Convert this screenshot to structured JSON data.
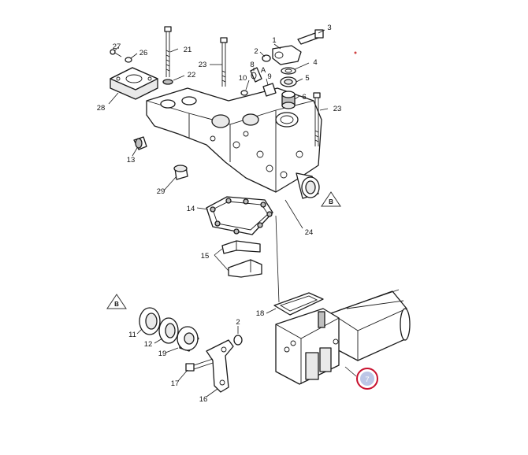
{
  "callouts": {
    "n1": "1",
    "n2": "2",
    "n3": "3",
    "n4": "4",
    "n5": "5",
    "n6": "6",
    "n7": "7",
    "n8": "8",
    "n9": "9",
    "n10": "10",
    "n11": "11",
    "n12": "12",
    "n13": "13",
    "n14": "14",
    "n15": "15",
    "n16": "16",
    "n17": "17",
    "n18": "18",
    "n19": "19",
    "n2b": "2",
    "n21": "21",
    "n22": "22",
    "n23a": "23",
    "n23b": "23",
    "n24": "24",
    "n26": "26",
    "n27": "27",
    "n28": "28",
    "n29": "29",
    "nA": "A"
  },
  "reference_marks": {
    "b_upper": "B",
    "b_lower": "B"
  },
  "colors": {
    "line": "#1a1a1a",
    "highlight_ring": "#c8102e",
    "highlight_fill": "#bcc6e6",
    "highlight_text": "#ffffff"
  }
}
